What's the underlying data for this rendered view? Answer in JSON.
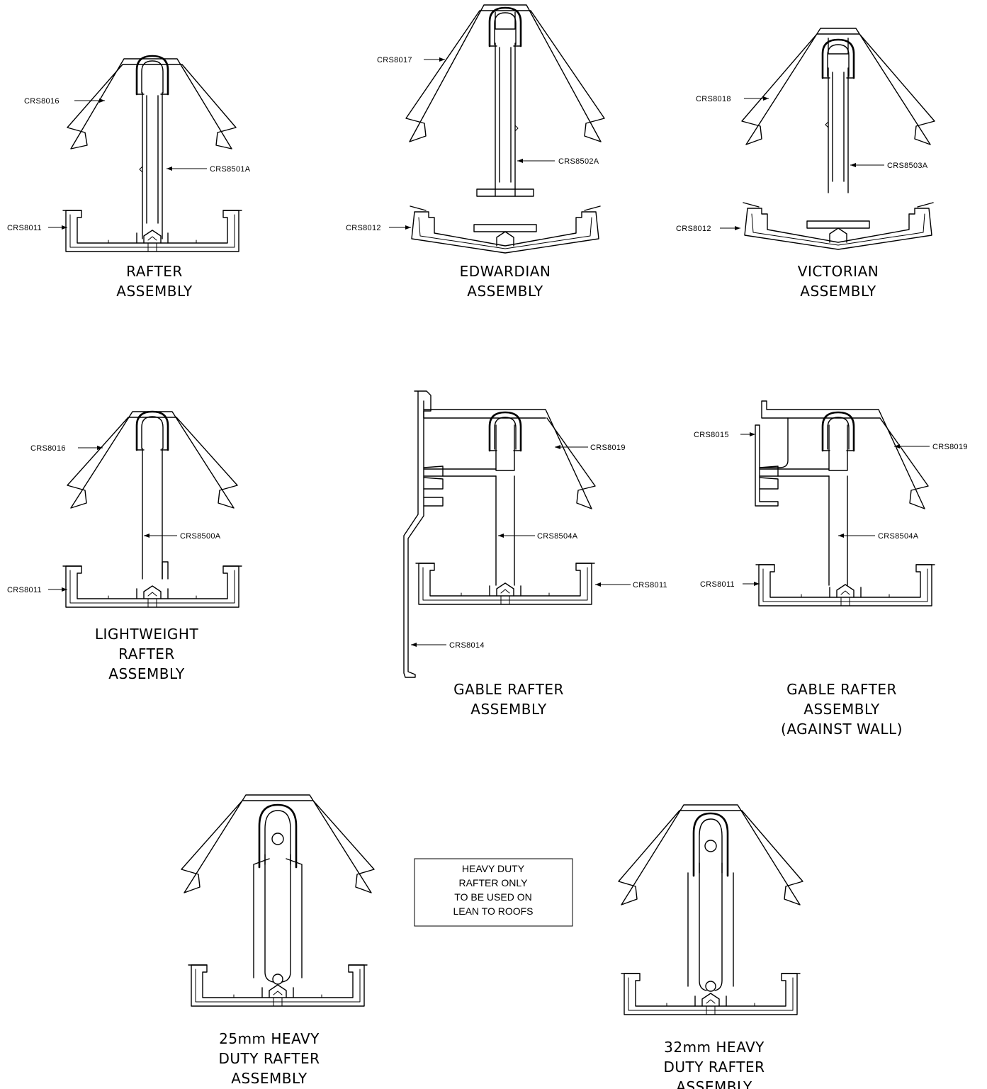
{
  "assemblies": [
    {
      "id": "rafter",
      "title": [
        "RAFTER",
        "ASSEMBLY"
      ],
      "parts": [
        "CRS8016",
        "CRS8501A",
        "CRS8011"
      ]
    },
    {
      "id": "edwardian",
      "title": [
        "EDWARDIAN",
        "ASSEMBLY"
      ],
      "parts": [
        "CRS8017",
        "CRS8502A",
        "CRS8012"
      ]
    },
    {
      "id": "victorian",
      "title": [
        "VICTORIAN",
        "ASSEMBLY"
      ],
      "parts": [
        "CRS8018",
        "CRS8503A",
        "CRS8012"
      ]
    },
    {
      "id": "lightweight",
      "title": [
        "LIGHTWEIGHT",
        "RAFTER",
        "ASSEMBLY"
      ],
      "parts": [
        "CRS8016",
        "CRS8500A",
        "CRS8011"
      ]
    },
    {
      "id": "gable",
      "title": [
        "GABLE RAFTER",
        "ASSEMBLY"
      ],
      "parts": [
        "CRS8019",
        "CRS8504A",
        "CRS8011",
        "CRS8014"
      ]
    },
    {
      "id": "gable-wall",
      "title": [
        "GABLE RAFTER",
        "ASSEMBLY",
        "(AGAINST WALL)"
      ],
      "parts": [
        "CRS8015",
        "CRS8019",
        "CRS8504A",
        "CRS8011"
      ]
    },
    {
      "id": "hd25",
      "title": [
        "25mm HEAVY",
        "DUTY RAFTER",
        "ASSEMBLY"
      ],
      "parts": []
    },
    {
      "id": "hd32",
      "title": [
        "32mm HEAVY",
        "DUTY RAFTER",
        "ASSEMBLY"
      ],
      "parts": []
    }
  ],
  "note": {
    "lines": [
      "HEAVY DUTY",
      "RAFTER ONLY",
      "TO BE USED ON",
      "LEAN TO ROOFS"
    ]
  }
}
